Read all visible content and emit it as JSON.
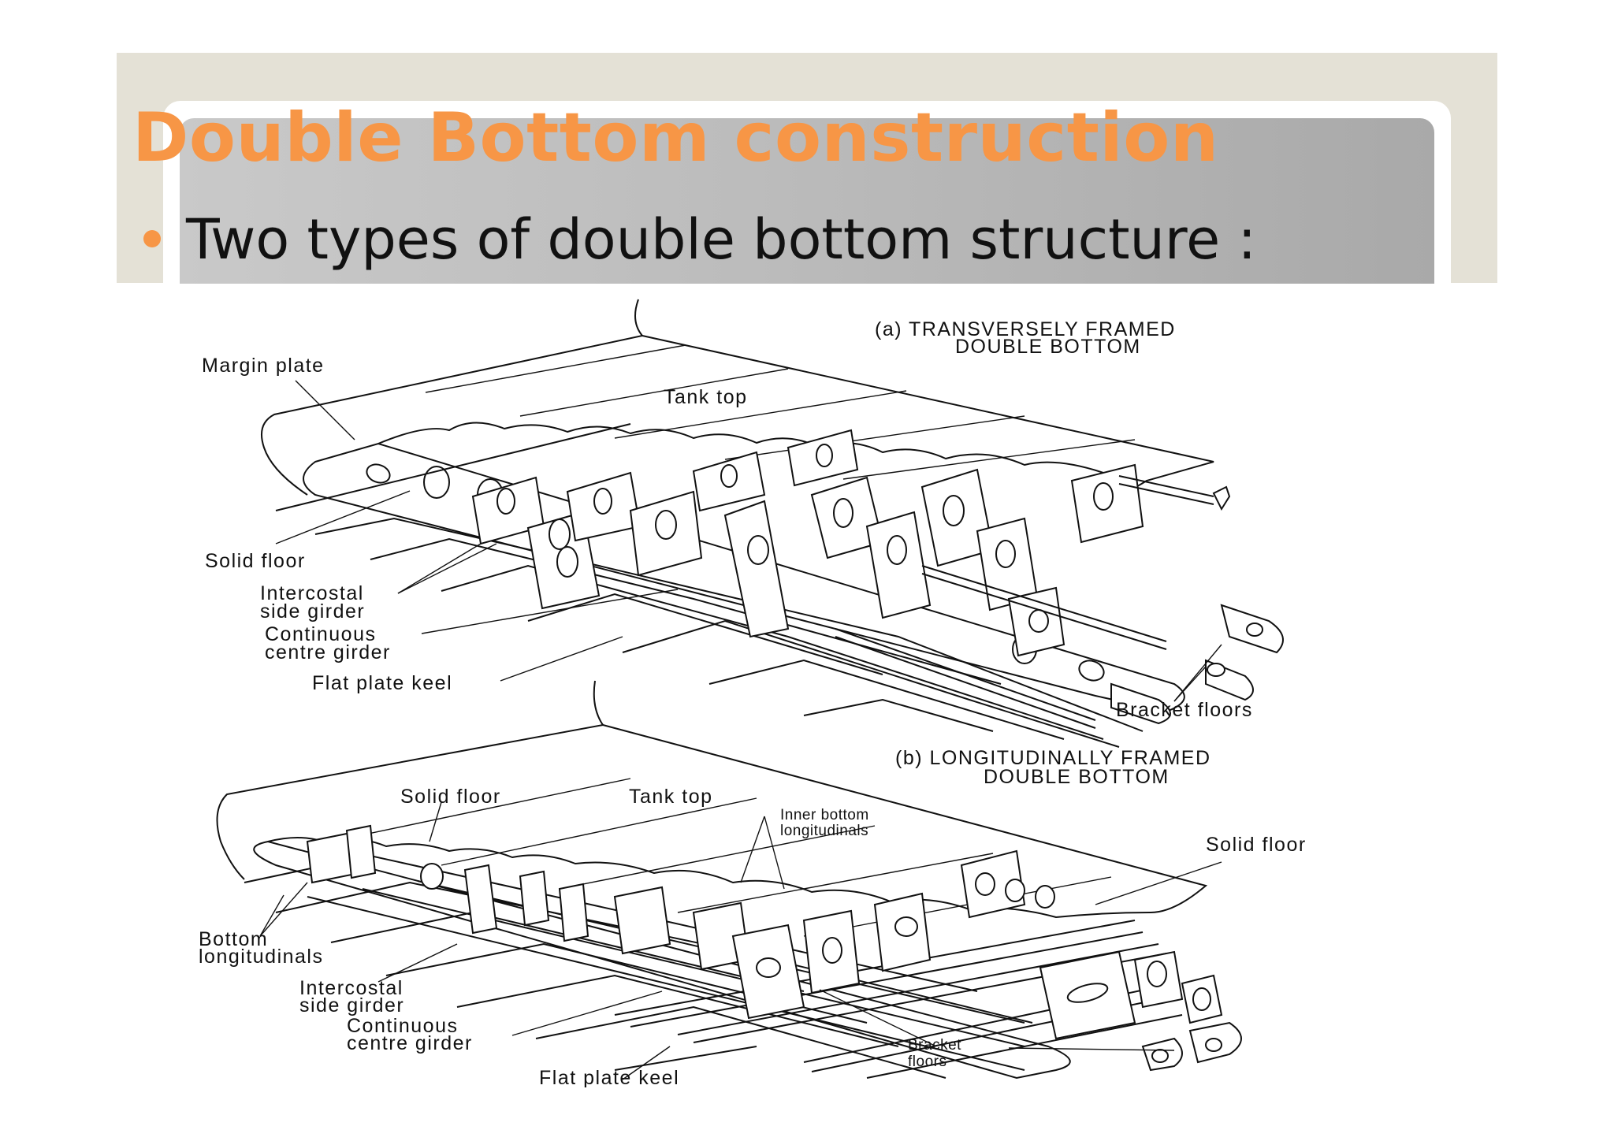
{
  "slide": {
    "title": "Double Bottom construction",
    "bullet": "Two types of double bottom structure :",
    "accent_color": "#f79646"
  },
  "diagram": {
    "part_a": {
      "caption_line1": "(a) TRANSVERSELY FRAMED",
      "caption_line2": "DOUBLE BOTTOM",
      "labels": {
        "margin_plate": "Margin plate",
        "tank_top": "Tank top",
        "solid_floor": "Solid floor",
        "intercostal_1": "Intercostal",
        "intercostal_2": "side girder",
        "continuous_1": "Continuous",
        "continuous_2": "centre girder",
        "flat_plate_keel": "Flat plate keel",
        "bracket_floors": "Bracket floors"
      }
    },
    "part_b": {
      "caption_line1": "(b) LONGITUDINALLY FRAMED",
      "caption_line2": "DOUBLE BOTTOM",
      "labels": {
        "solid_floor_left": "Solid floor",
        "tank_top": "Tank top",
        "inner_bottom_1": "Inner bottom",
        "inner_bottom_2": "longitudinals",
        "solid_floor_right": "Solid floor",
        "bottom_long_1": "Bottom",
        "bottom_long_2": "longitudinals",
        "intercostal_1": "Intercostal",
        "intercostal_2": "side girder",
        "continuous_1": "Continuous",
        "continuous_2": "centre girder",
        "bracket_1": "Bracket",
        "bracket_2": "floors",
        "flat_plate_keel": "Flat plate keel"
      }
    }
  }
}
